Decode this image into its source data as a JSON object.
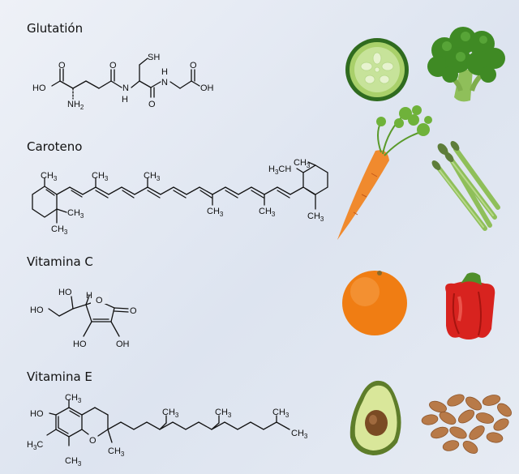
{
  "sections": [
    {
      "title": "Glutatión",
      "atoms": {
        "ho": "HO",
        "o1": "O",
        "nh2": "NH",
        "o2": "O",
        "n1": "N",
        "h1": "H",
        "sh": "SH",
        "o3": "O",
        "n2": "N",
        "h2": "H",
        "o4": "O",
        "oh": "OH"
      }
    },
    {
      "title": "Caroteno",
      "atoms": {
        "ch3a": "CH",
        "ch3b": "CH",
        "ch3c": "CH",
        "ch3d": "CH",
        "ch3e": "CH",
        "ch3f": "CH",
        "ch3g": "CH",
        "ch3h": "CH",
        "ch3i": "CH",
        "h3c": "H",
        "ch3j": "CH"
      }
    },
    {
      "title": "Vitamina C",
      "atoms": {
        "ho_top": "HO",
        "h": "H",
        "ho_left": "HO",
        "o_ring": "O",
        "o_keto": "O",
        "ho_bottom": "HO",
        "oh_bottom": "OH"
      }
    },
    {
      "title": "Vitamina E",
      "atoms": {
        "ho": "HO",
        "ch3_top": "CH",
        "h3c_left": "H",
        "ch3_bottom": "CH",
        "o": "O",
        "ch3_ring": "CH",
        "ch3_1": "CH",
        "ch3_2": "CH",
        "ch3_3": "CH",
        "ch3_4": "CH"
      }
    }
  ],
  "subscripts": {
    "two": "2",
    "three": "3"
  },
  "foods": [
    "cucumber",
    "broccoli",
    "carrot",
    "asparagus",
    "orange",
    "red-bell-pepper",
    "avocado",
    "almonds"
  ],
  "colors": {
    "text": "#111111",
    "carrot": "#e8731c",
    "orange": "#f07d13",
    "pepper": "#d8231f",
    "broccoli": "#3f8a24",
    "cucumber": "#a9d06a",
    "avocado_skin": "#7ca23a",
    "almond": "#b87a48"
  }
}
